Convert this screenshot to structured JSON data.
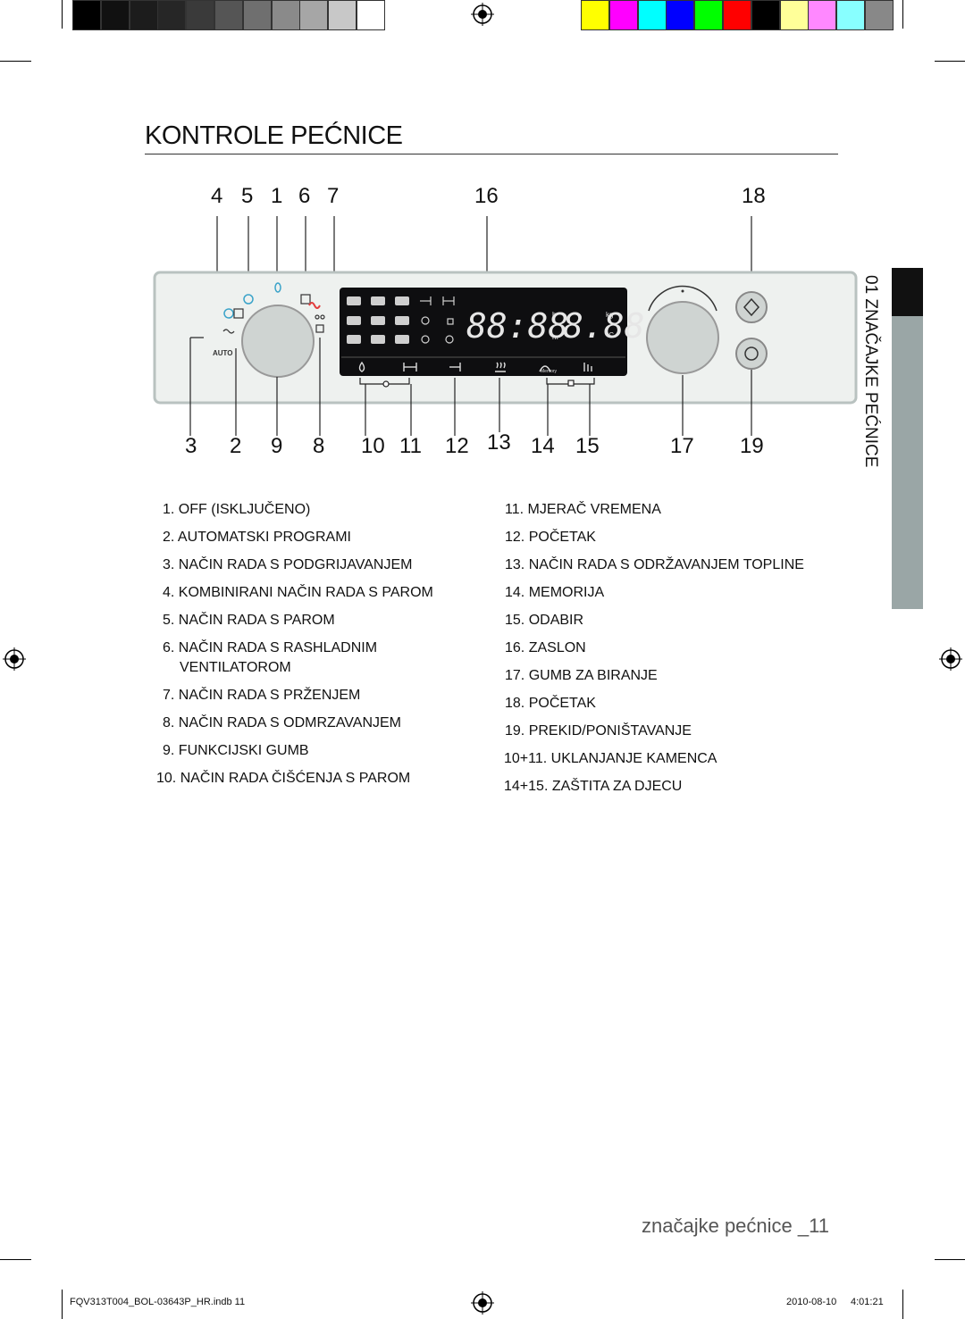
{
  "colors": {
    "left_bars": [
      "#000000",
      "#111111",
      "#1c1c1c",
      "#262626",
      "#3a3a3a",
      "#555555",
      "#6f6f6f",
      "#8a8a8a",
      "#a6a6a6",
      "#c8c8c8",
      "#ffffff"
    ],
    "right_bars": [
      "#ffff00",
      "#ff00ff",
      "#00ffff",
      "#0000ff",
      "#00ff00",
      "#ff0000",
      "#000000",
      "#ffff99",
      "#ff88ff",
      "#88ffff",
      "#888888"
    ],
    "panel_bg": "#eef1ef",
    "display_bg": "#0e0e10",
    "tab_gray": "#9aa6a6"
  },
  "title": "KONTROLE PEĆNICE",
  "side_tab": "01 ZNAČAJKE PEĆNICE",
  "diagram": {
    "top_numbers": [
      "4",
      "5",
      "1",
      "6",
      "7",
      "16",
      "18"
    ],
    "bottom_numbers": [
      "3",
      "2",
      "9",
      "8",
      "10",
      "11",
      "12",
      "13",
      "14",
      "15",
      "17",
      "19"
    ],
    "display_digits_time": "88:88",
    "display_digits_temp": "8.88",
    "unit_h": "h",
    "unit_m": "m",
    "unit_kg": "kg",
    "unit_c": "°C",
    "auto_label": "AUTO",
    "memory_label": "Memory"
  },
  "list_left": [
    {
      "n": "1.",
      "t": "OFF (ISKLJUČENO)"
    },
    {
      "n": "2.",
      "t": "AUTOMATSKI PROGRAMI"
    },
    {
      "n": "3.",
      "t": "NAČIN RADA S PODGRIJAVANJEM"
    },
    {
      "n": "4.",
      "t": "KOMBINIRANI NAČIN RADA S PAROM"
    },
    {
      "n": "5.",
      "t": "NAČIN RADA S PAROM"
    },
    {
      "n": "6.",
      "t": "NAČIN RADA S RASHLADNIM"
    },
    {
      "n": "",
      "t": "VENTILATOROM"
    },
    {
      "n": "7.",
      "t": "NAČIN RADA S PRŽENJEM"
    },
    {
      "n": "8.",
      "t": "NAČIN RADA S ODMRZAVANJEM"
    },
    {
      "n": "9.",
      "t": "FUNKCIJSKI GUMB"
    },
    {
      "n": "10.",
      "t": "NAČIN RADA ČIŠĆENJA S PAROM"
    }
  ],
  "list_right": [
    {
      "n": "11.",
      "t": "MJERAČ VREMENA"
    },
    {
      "n": "12.",
      "t": "POČETAK"
    },
    {
      "n": "13.",
      "t": "NAČIN RADA S ODRŽAVANJEM TOPLINE"
    },
    {
      "n": "14.",
      "t": "MEMORIJA"
    },
    {
      "n": "15.",
      "t": "ODABIR"
    },
    {
      "n": "16.",
      "t": "ZASLON"
    },
    {
      "n": "17.",
      "t": "GUMB ZA BIRANJE"
    },
    {
      "n": "18.",
      "t": "POČETAK"
    },
    {
      "n": "19.",
      "t": "PREKID/PONIŠTAVANJE"
    },
    {
      "n": "10+11.",
      "t": "UKLANJANJE KAMENCA"
    },
    {
      "n": "14+15.",
      "t": "ZAŠTITA ZA DJECU"
    }
  ],
  "footer": {
    "page_label": "značajke pećnice _11",
    "file": "FQV313T004_BOL-03643P_HR.indb   11",
    "date": "2010-08-10",
    "time": "4:01:21"
  }
}
